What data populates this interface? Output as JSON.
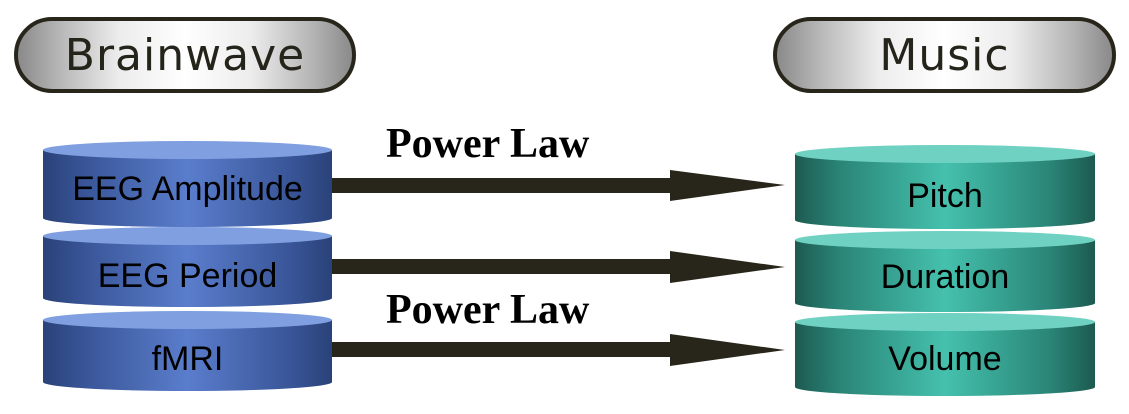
{
  "headers": {
    "left": "Brainwave",
    "right": "Music"
  },
  "left_stack": {
    "color_light": "#7f9fe0",
    "color_mid": "#5677c4",
    "color_dark": "#2a4279",
    "items": [
      "EEG Amplitude",
      "EEG Period",
      "fMRI"
    ]
  },
  "right_stack": {
    "color_light": "#6fd1c1",
    "color_mid": "#3fbba7",
    "color_dark": "#1d5a50",
    "items": [
      "Pitch",
      "Duration",
      "Volume"
    ]
  },
  "arrows": {
    "color": "#28261a",
    "mappings": [
      {
        "from": "EEG Amplitude",
        "to": "Pitch"
      },
      {
        "from": "EEG Period",
        "to": "Duration"
      },
      {
        "from": "fMRI",
        "to": "Volume"
      }
    ]
  },
  "labels": {
    "top": "Power Law",
    "bottom": "Power Law"
  }
}
